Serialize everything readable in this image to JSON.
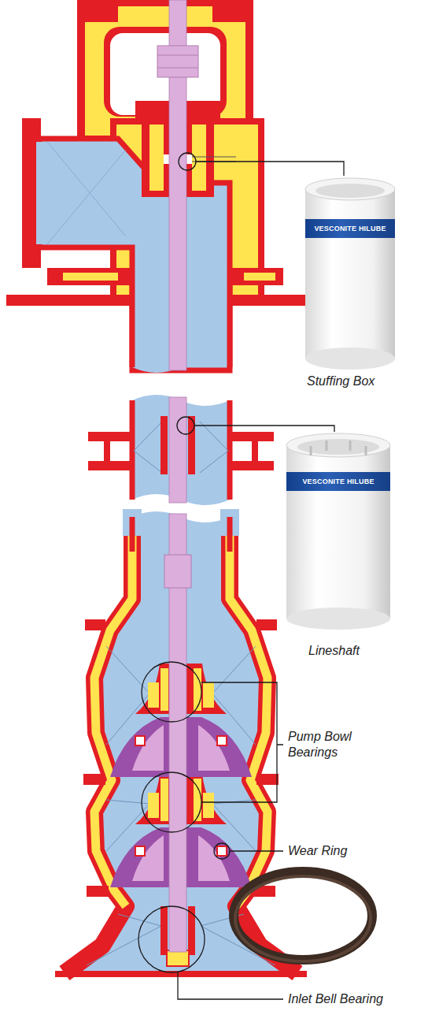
{
  "diagram": {
    "labels": [
      "VESCONITE HILUBE",
      "Stuffing Box",
      "VESCONITE HILUBE",
      "Lineshaft",
      "Pump Bowl Bearings",
      "Wear Ring",
      "Inlet Bell Bearing"
    ]
  }
}
